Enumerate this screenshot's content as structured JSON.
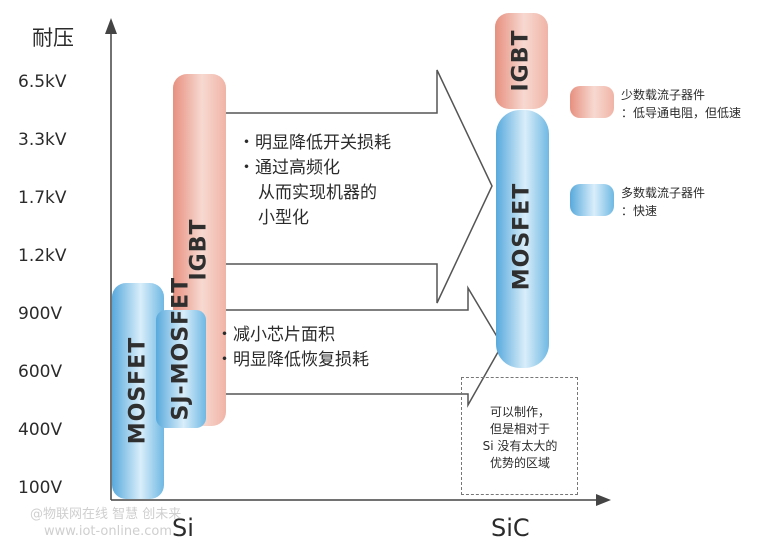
{
  "axis": {
    "y_title": "耐压",
    "y_ticks": [
      "6.5kV",
      "3.3kV",
      "1.7kV",
      "1.2kV",
      "900V",
      "600V",
      "400V",
      "100V"
    ],
    "x_categories": [
      "Si",
      "SiC"
    ]
  },
  "devices": {
    "si_igbt": "IGBT",
    "si_sj_mosfet": "SJ-MOSFET",
    "si_mosfet": "MOSFET",
    "sic_igbt": "IGBT",
    "sic_mosfet": "MOSFET"
  },
  "arrow_upper": {
    "lines": [
      "・明显降低开关损耗",
      "・通过高频化",
      "从而实现机器的",
      "小型化"
    ]
  },
  "arrow_lower": {
    "lines": [
      "・减小芯片面积",
      "・明显降低恢复损耗"
    ]
  },
  "legend": {
    "minority": [
      "少数载流子器件",
      "：低导通电阻，但低速"
    ],
    "majority": [
      "多数载流子器件",
      "：快速"
    ],
    "colors": {
      "minority": "#f0b4a6",
      "majority": "#7dbfe6"
    }
  },
  "note": {
    "lines": [
      "可以制作，",
      "但是相对于",
      "Si 没有太大的",
      "优势的区域"
    ]
  },
  "watermark": {
    "lines": [
      "@物联网在线 智慧 创未来",
      "www.iot-online.com"
    ]
  }
}
